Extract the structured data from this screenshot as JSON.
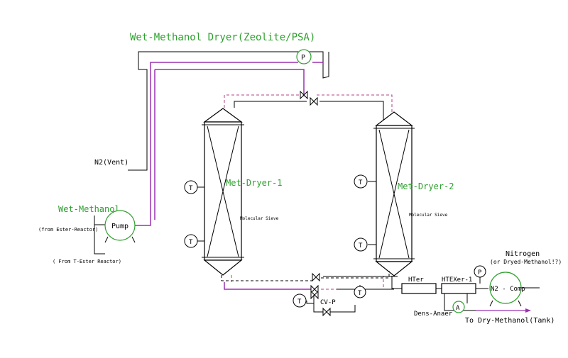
{
  "title": "Wet-Methanol Dryer(Zeolite/PSA)",
  "labels": {
    "n2_vent": "N2(Vent)",
    "wet_methanol": "Wet-Methanol",
    "from_ester_reactor": "(from Ester-Reactor)",
    "from_t_ester_reactor": "( From T-Ester Reactor)",
    "pump": "Pump",
    "dryer1": "Met-Dryer-1",
    "dryer2": "Met-Dryer-2",
    "sieve1": "Molecular Sieve",
    "sieve2": "Molecular Sieve",
    "hter": "HTer",
    "htexer": "HTEXer-1",
    "n2_comp": "N2 - Comp",
    "nitrogen": "Nitrogen",
    "nitrogen_alt": "(or Dryed-Methanol!?)",
    "dens_anaer": "Dens-Anaer",
    "to_dry_methanol": "To Dry-Methanol(Tank)",
    "cv_p": "CV-P",
    "inst_p": "P",
    "inst_t": "T",
    "inst_a": "A"
  },
  "colors": {
    "label_green": "#2fa02f",
    "pipe_purple": "#9b30b0",
    "line_black": "#000000"
  }
}
